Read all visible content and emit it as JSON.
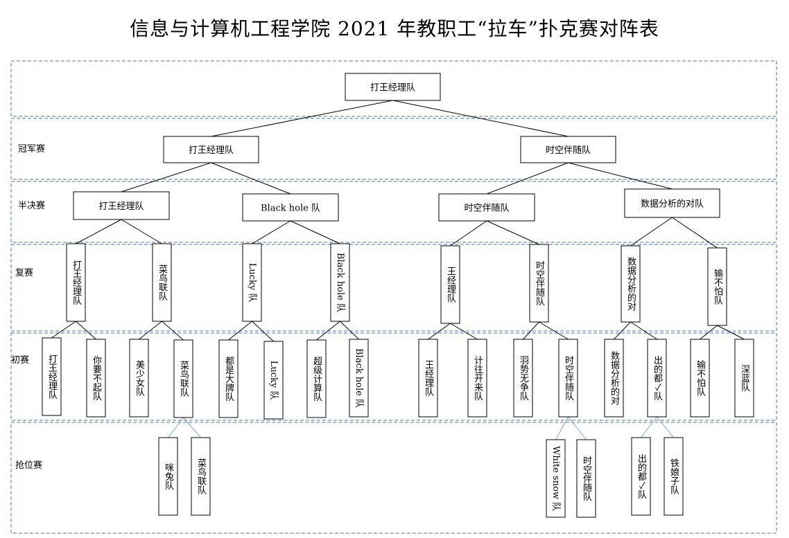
{
  "title": "信息与计算机工程学院 2021 年教职工“拉车”扑克赛对阵表",
  "stages": [
    "冠军赛",
    "半决赛",
    "复赛",
    "初赛",
    "抢位赛"
  ],
  "champion": "打王经理队",
  "final": [
    "打王经理队",
    "时空伴随队"
  ],
  "semifinal": [
    "打王经理队",
    "Black hole 队",
    "时空伴随队",
    "数据分析的对队"
  ],
  "second_round": [
    "打王经理队",
    "菜鸟联队",
    "Lucky 队",
    "Black hole 队",
    "王经理队",
    "时空伴随队",
    "数据分析的对",
    "输不怕队"
  ],
  "first_round": [
    "打王经理队",
    "你要不起队",
    "美少女队",
    "菜鸟联队",
    "都是大牌队",
    "Lucky 队",
    "超级计算队",
    "Black hole 队",
    "王经理队",
    "计往开来队",
    "羽势无争队",
    "时空伴随队",
    "数据分析的对",
    "出的都✓队",
    "输不怕队",
    "深蓝队"
  ],
  "playoff": [
    "咪兔队",
    "菜鸟联队",
    "White snow 队",
    "时空伴随队",
    "出的都✓队",
    "铁娘子队"
  ]
}
